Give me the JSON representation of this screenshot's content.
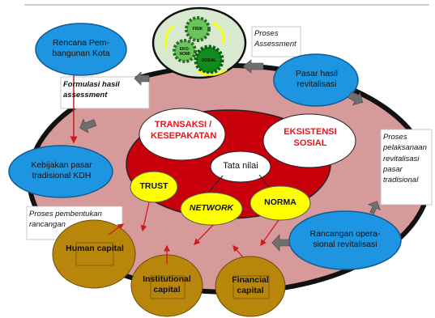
{
  "colors": {
    "ring_outer": "#111111",
    "ring_fill": "#d79a9a",
    "inner_red": "#c8000b",
    "blue_bubble": "#1d95e0",
    "capital_fill": "#b8860b",
    "yellow": "#ffff00",
    "gear_light": "#69c55a",
    "gear_dark": "#128a1c",
    "ellipse_top_fill": "#d7ead0",
    "arrow_grey": "#6f6f6f",
    "arrow_red": "#d11a1a"
  },
  "top_ellipse": {
    "gear_labels": [
      "FISIK",
      "EKO-NOMI",
      "SOSIAL"
    ]
  },
  "blue_nodes": {
    "rencana": "Rencana Pem-bangunan Kota",
    "pasar": "Pasar hasil revitalisasi",
    "kebijakan": "Kebijakan pasar tradisional KDH",
    "rancangan": "Rancangan opera-sional revitalisasi"
  },
  "notes": {
    "proses_assessment": "Proses Assessment",
    "formulasi": "Formulasi hasil assessment",
    "pelaksanaan": "Proses pelaksanaan revitalisasi pasar tradisional",
    "pembentukan": "Proses pembentukan rancangan"
  },
  "inner": {
    "transaksi": "TRANSAKSI / KESEPAKATAN",
    "eksistensi": "EKSISTENSI SOSIAL",
    "tata_nilai": "Tata nilai"
  },
  "yellow_nodes": {
    "trust": "TRUST",
    "network": "NETWORK",
    "norma": "NORMA"
  },
  "capitals": {
    "human": "Human capital",
    "institutional": "Institutional capital",
    "financial": "Financial capital"
  }
}
